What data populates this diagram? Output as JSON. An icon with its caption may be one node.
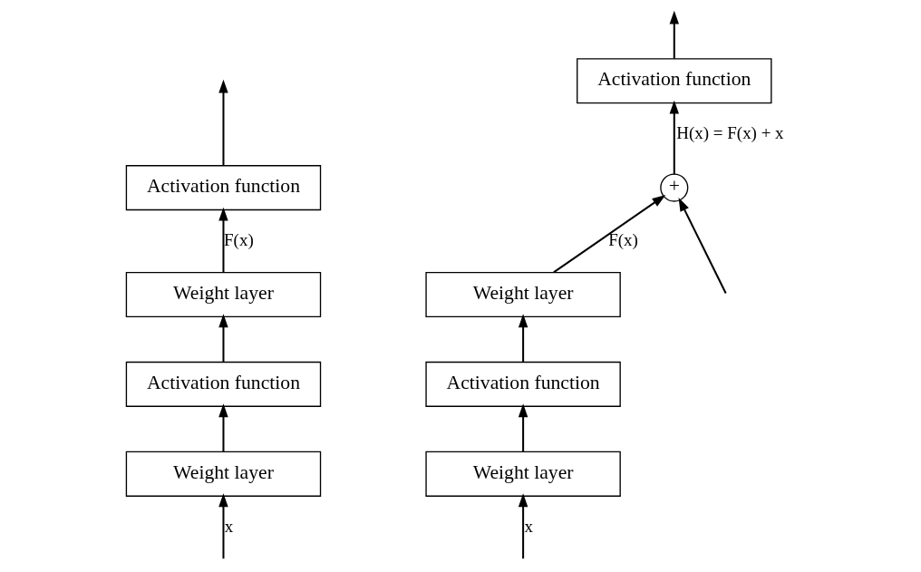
{
  "diagram": {
    "nodes": [
      {
        "text": [
          "Activation function"
        ]
      },
      {
        "text": [
          "Weight layer"
        ]
      },
      {
        "text": [
          "Activation function"
        ]
      },
      {
        "text": [
          "Weight layer"
        ]
      },
      {
        "text": [
          "Activation function"
        ]
      },
      {
        "text": [
          "+"
        ]
      },
      {
        "text": [
          "Weight layer"
        ]
      },
      {
        "text": [
          "Activation function"
        ]
      },
      {
        "text": [
          "Weight layer"
        ]
      }
    ],
    "edges": [
      {
        "from": null,
        "to": 3,
        "arrow": "to",
        "label": "x"
      },
      {
        "from": 3,
        "to": 2,
        "arrow": "to"
      },
      {
        "from": 2,
        "to": 1,
        "arrow": "to"
      },
      {
        "from": 1,
        "to": 0,
        "arrow": "to",
        "label": "F(x)"
      },
      {
        "from": 0,
        "to": null,
        "arrow": "to"
      },
      {
        "from": null,
        "to": 8,
        "arrow": "to",
        "label": "x"
      },
      {
        "from": 8,
        "to": 7,
        "arrow": "to"
      },
      {
        "from": 7,
        "to": 6,
        "arrow": "to"
      },
      {
        "from": 6,
        "to": 5,
        "arrow": "to",
        "label": "F(x)"
      },
      {
        "from": 5,
        "to": 4,
        "arrow": "to",
        "label": "H(x) = F(x) + x"
      },
      {
        "from": 4,
        "to": null,
        "arrow": "to"
      },
      {
        "from": null,
        "to": 5,
        "arrow": "to"
      }
    ]
  }
}
